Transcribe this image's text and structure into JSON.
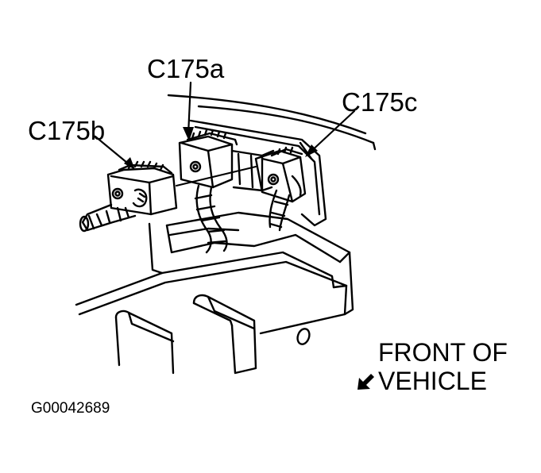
{
  "labels": {
    "c175a": "C175a",
    "c175b": "C175b",
    "c175c": "C175c"
  },
  "orientation": {
    "line1": "FRONT OF",
    "line2": "VEHICLE"
  },
  "figure_id": "G00042689",
  "colors": {
    "ink": "#000000",
    "paper": "#ffffff"
  },
  "icons": {
    "orientation_arrow": "arrow-down-left-icon"
  }
}
